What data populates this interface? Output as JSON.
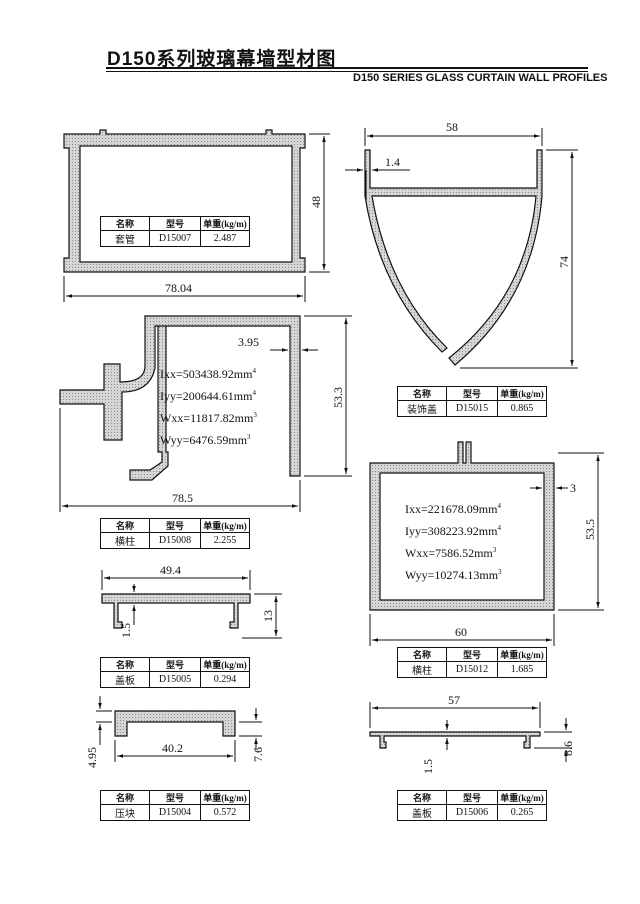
{
  "title": "D150系列玻璃幕墙型材图",
  "subtitle": "D150 SERIES GLASS CURTAIN WALL PROFILES",
  "table_header": {
    "name": "名称",
    "model": "型号",
    "weight": "单重(kg/m)"
  },
  "profiles": [
    {
      "name": "套管",
      "model": "D15007",
      "weight": "2.487",
      "dims": [
        "48",
        "78.04"
      ]
    },
    {
      "name": "装饰盖",
      "model": "D15015",
      "weight": "0.865",
      "dims": [
        "58",
        "1.4",
        "74"
      ]
    },
    {
      "name": "横柱",
      "model": "D15008",
      "weight": "2.255",
      "dims": [
        "3.95",
        "53.3",
        "78.5"
      ],
      "properties": [
        "503438.92",
        "200644.61",
        "11817.82",
        "6476.59"
      ]
    },
    {
      "name": "横柱",
      "model": "D15012",
      "weight": "1.685",
      "dims": [
        "3",
        "53.5",
        "60"
      ],
      "properties": [
        "221678.09",
        "308223.92",
        "7586.52",
        "10274.13"
      ]
    },
    {
      "name": "盖板",
      "model": "D15005",
      "weight": "0.294",
      "dims": [
        "49.4",
        "1.5",
        "13"
      ]
    },
    {
      "name": "压块",
      "model": "D15004",
      "weight": "0.572",
      "dims": [
        "4.95",
        "40.2",
        "7.6"
      ]
    },
    {
      "name": "盖板",
      "model": "D15006",
      "weight": "0.265",
      "dims": [
        "57",
        "1.5",
        "8.6"
      ]
    }
  ],
  "property_labels": {
    "ixx": "Ixx=",
    "iyy": "Iyy=",
    "wxx": "Wxx=",
    "wyy": "Wyy=",
    "mm4": "mm",
    "mm3": "mm",
    "p4": "4",
    "p3": "3"
  }
}
